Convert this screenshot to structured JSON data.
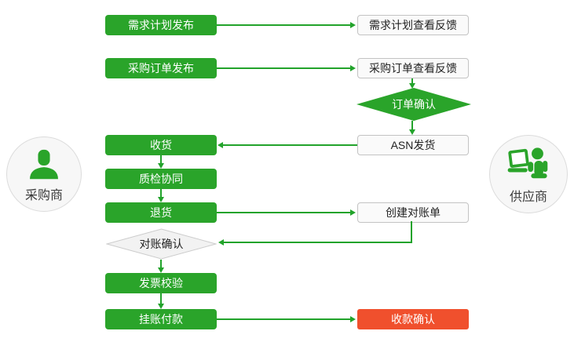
{
  "colors": {
    "green": "#2aa42a",
    "arrow": "#22a32b",
    "red": "#f0502d",
    "wbox-bg": "#fafafa",
    "wbox-border": "#c3c3c3",
    "diamond-bg": "#f2f2f2",
    "diamond-border": "#cccccc",
    "circle-bg": "#f7f7f7",
    "circle-border": "#dcdcdc",
    "text-dark": "#222222"
  },
  "actors": {
    "buyer": "采购商",
    "supplier": "供应商"
  },
  "nodes": {
    "demand_release": "需求计划发布",
    "demand_feedback": "需求计划查看反馈",
    "order_release": "采购订单发布",
    "order_feedback": "采购订单查看反馈",
    "order_confirm": "订单确认",
    "receive": "收货",
    "asn_ship": "ASN发货",
    "quality_check": "质检协同",
    "return_goods": "退货",
    "create_statement": "创建对账单",
    "recon_confirm": "对账确认",
    "invoice_check": "发票校验",
    "pending_payment": "挂账付款",
    "receipt_confirm": "收款确认"
  },
  "edges": [
    {
      "from": "demand_release",
      "to": "demand_feedback"
    },
    {
      "from": "order_release",
      "to": "order_feedback"
    },
    {
      "from": "order_feedback",
      "to": "order_confirm"
    },
    {
      "from": "order_confirm",
      "to": "asn_ship"
    },
    {
      "from": "asn_ship",
      "to": "receive"
    },
    {
      "from": "receive",
      "to": "quality_check"
    },
    {
      "from": "quality_check",
      "to": "return_goods"
    },
    {
      "from": "return_goods",
      "to": "create_statement"
    },
    {
      "from": "create_statement",
      "to": "recon_confirm"
    },
    {
      "from": "recon_confirm",
      "to": "invoice_check"
    },
    {
      "from": "invoice_check",
      "to": "pending_payment"
    },
    {
      "from": "pending_payment",
      "to": "receipt_confirm"
    }
  ]
}
